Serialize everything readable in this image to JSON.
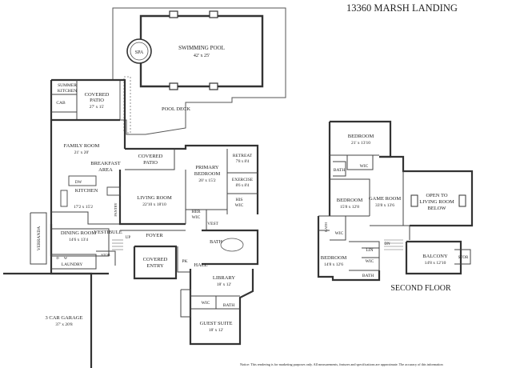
{
  "title": "13360 MARSH LANDING",
  "second_floor_caption": "SECOND FLOOR",
  "notice": "Notice: This rendering is for marketing purposes only. All measurements, features and specifications are approximate. The accuracy of this information",
  "first_floor": {
    "pool": {
      "name": "SWIMMING POOL",
      "dims": "42' x 25'"
    },
    "spa": "SPA",
    "pool_deck": "POOL DECK",
    "summer_kitchen": [
      "SUMMER",
      "KITCHEN"
    ],
    "cab": "CAB",
    "covered_patio_top": {
      "name": [
        "COVERED",
        "PATIO"
      ],
      "dims": "27' x 15'"
    },
    "family_room": {
      "name": "FAMILY ROOM",
      "dims": "21' x 20'"
    },
    "breakfast_area": [
      "BREAKFAST",
      "AREA"
    ],
    "covered_patio_mid": {
      "name": [
        "COVERED",
        "PATIO"
      ]
    },
    "primary_bedroom": {
      "name": [
        "PRIMARY",
        "BEDROOM"
      ],
      "dims": "20' x 15'2"
    },
    "retreat": {
      "name": "RETREAT",
      "dims": "7'8 x 8'4"
    },
    "exercise": {
      "name": "EXERCISE",
      "dims": "8'6 x 8'4"
    },
    "his_wic": [
      "HIS",
      "WIC"
    ],
    "her_wic": [
      "HER",
      "WIC"
    ],
    "dw": "DW",
    "kitchen": {
      "name": "KITCHEN",
      "dims": "17'2 x 15'2"
    },
    "living_room": {
      "name": "LIVING ROOM",
      "dims": "22'10 x 18'10"
    },
    "pantry": "PANTRY",
    "vest_inner": "VEST",
    "bath_primary": "BATH",
    "dining_room": {
      "name": "DINING ROOM",
      "dims": "14'6 x 13'4"
    },
    "vestibule": "VESTIBULE",
    "up": "UP",
    "foyer": "FOYER",
    "veranda": "VERRANDA",
    "laundry": "LAUNDRY",
    "dw_small": "D",
    "w_small": "W",
    "stor": "STOR",
    "covered_entry": {
      "name": [
        "COVERED",
        "ENTRY"
      ]
    },
    "pk": "PK",
    "hall": "HALL",
    "library": {
      "name": "LIBRARY",
      "dims": "18' x 12'"
    },
    "wic_guest": "WIC",
    "bath_guest": "BATH",
    "guest_suite": {
      "name": "GUEST SUITE",
      "dims": "18' x 12'"
    },
    "garage": {
      "name": "3 CAR GARAGE",
      "dims": "37' x 20'8"
    }
  },
  "second_floor": {
    "bedroom_top": {
      "name": "BEDROOM",
      "dims": "21' x 13'10"
    },
    "bath_top": "BATH",
    "wic_top": "WIC",
    "bedroom_mid": {
      "name": "BEDROOM",
      "dims": "15'8 x 12'8"
    },
    "game_room": {
      "name": "GAME ROOM",
      "dims": "33'8 x 13'6"
    },
    "open_to": [
      "OPEN TO",
      "LIVING ROOM",
      "BELOW"
    ],
    "bath_left": "BATH",
    "wic_left": "WIC",
    "dn": "DN",
    "lin": "LIN",
    "wic_mid": "WIC",
    "bedroom_low": {
      "name": "BEDROOM",
      "dims": "14'8 x 12'6"
    },
    "bath_low": "BATH",
    "balcony": {
      "name": "BALCONY",
      "dims": "14'8 x 12'10"
    },
    "stor": "STOR"
  }
}
